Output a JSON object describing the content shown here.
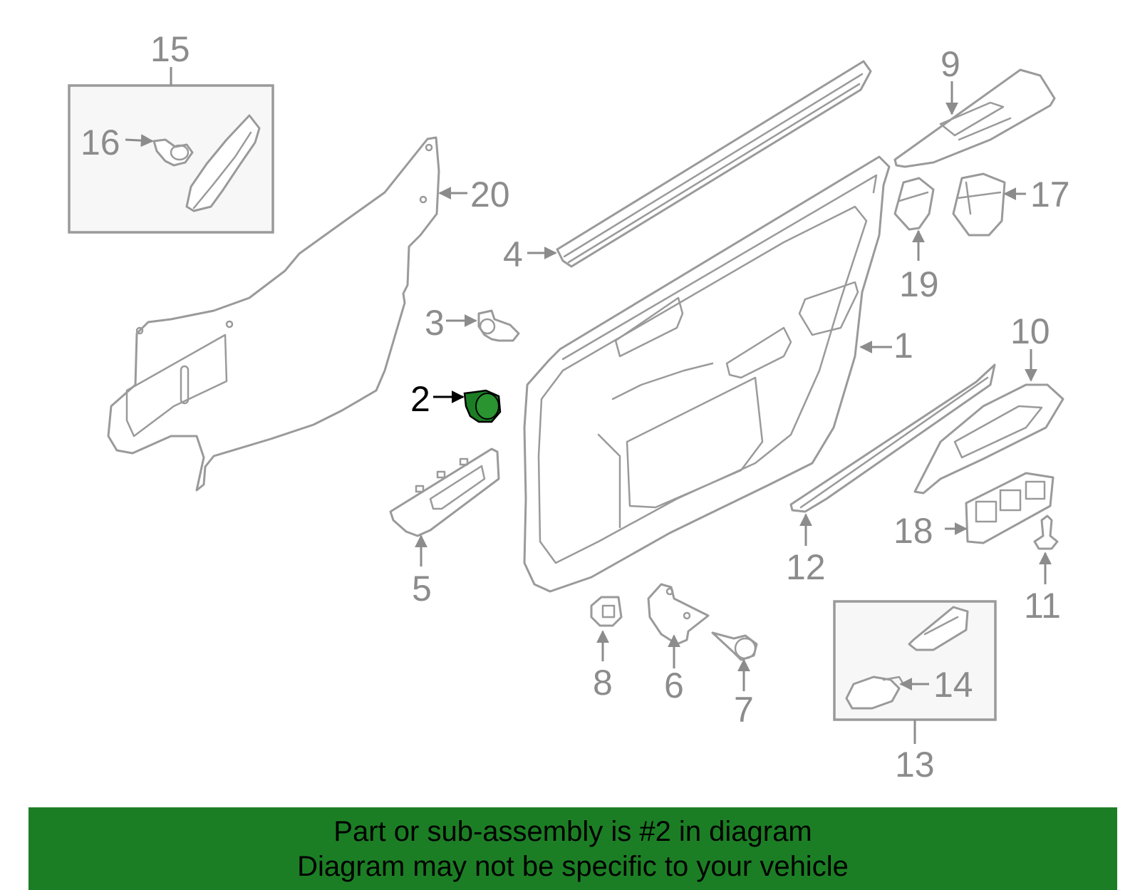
{
  "diagram": {
    "highlight_color": "#1c7e24",
    "callouts": [
      {
        "id": "1",
        "label": "1"
      },
      {
        "id": "2",
        "label": "2",
        "highlighted": true
      },
      {
        "id": "3",
        "label": "3"
      },
      {
        "id": "4",
        "label": "4"
      },
      {
        "id": "5",
        "label": "5"
      },
      {
        "id": "6",
        "label": "6"
      },
      {
        "id": "7",
        "label": "7"
      },
      {
        "id": "8",
        "label": "8"
      },
      {
        "id": "9",
        "label": "9"
      },
      {
        "id": "10",
        "label": "10"
      },
      {
        "id": "11",
        "label": "11"
      },
      {
        "id": "12",
        "label": "12"
      },
      {
        "id": "13",
        "label": "13"
      },
      {
        "id": "14",
        "label": "14"
      },
      {
        "id": "15",
        "label": "15"
      },
      {
        "id": "16",
        "label": "16"
      },
      {
        "id": "17",
        "label": "17"
      },
      {
        "id": "18",
        "label": "18"
      },
      {
        "id": "19",
        "label": "19"
      },
      {
        "id": "20",
        "label": "20"
      }
    ]
  },
  "banner": {
    "line1": "Part or sub-assembly is #2 in diagram",
    "line2": "Diagram may not be specific to your vehicle",
    "background": "#1c7e24"
  }
}
